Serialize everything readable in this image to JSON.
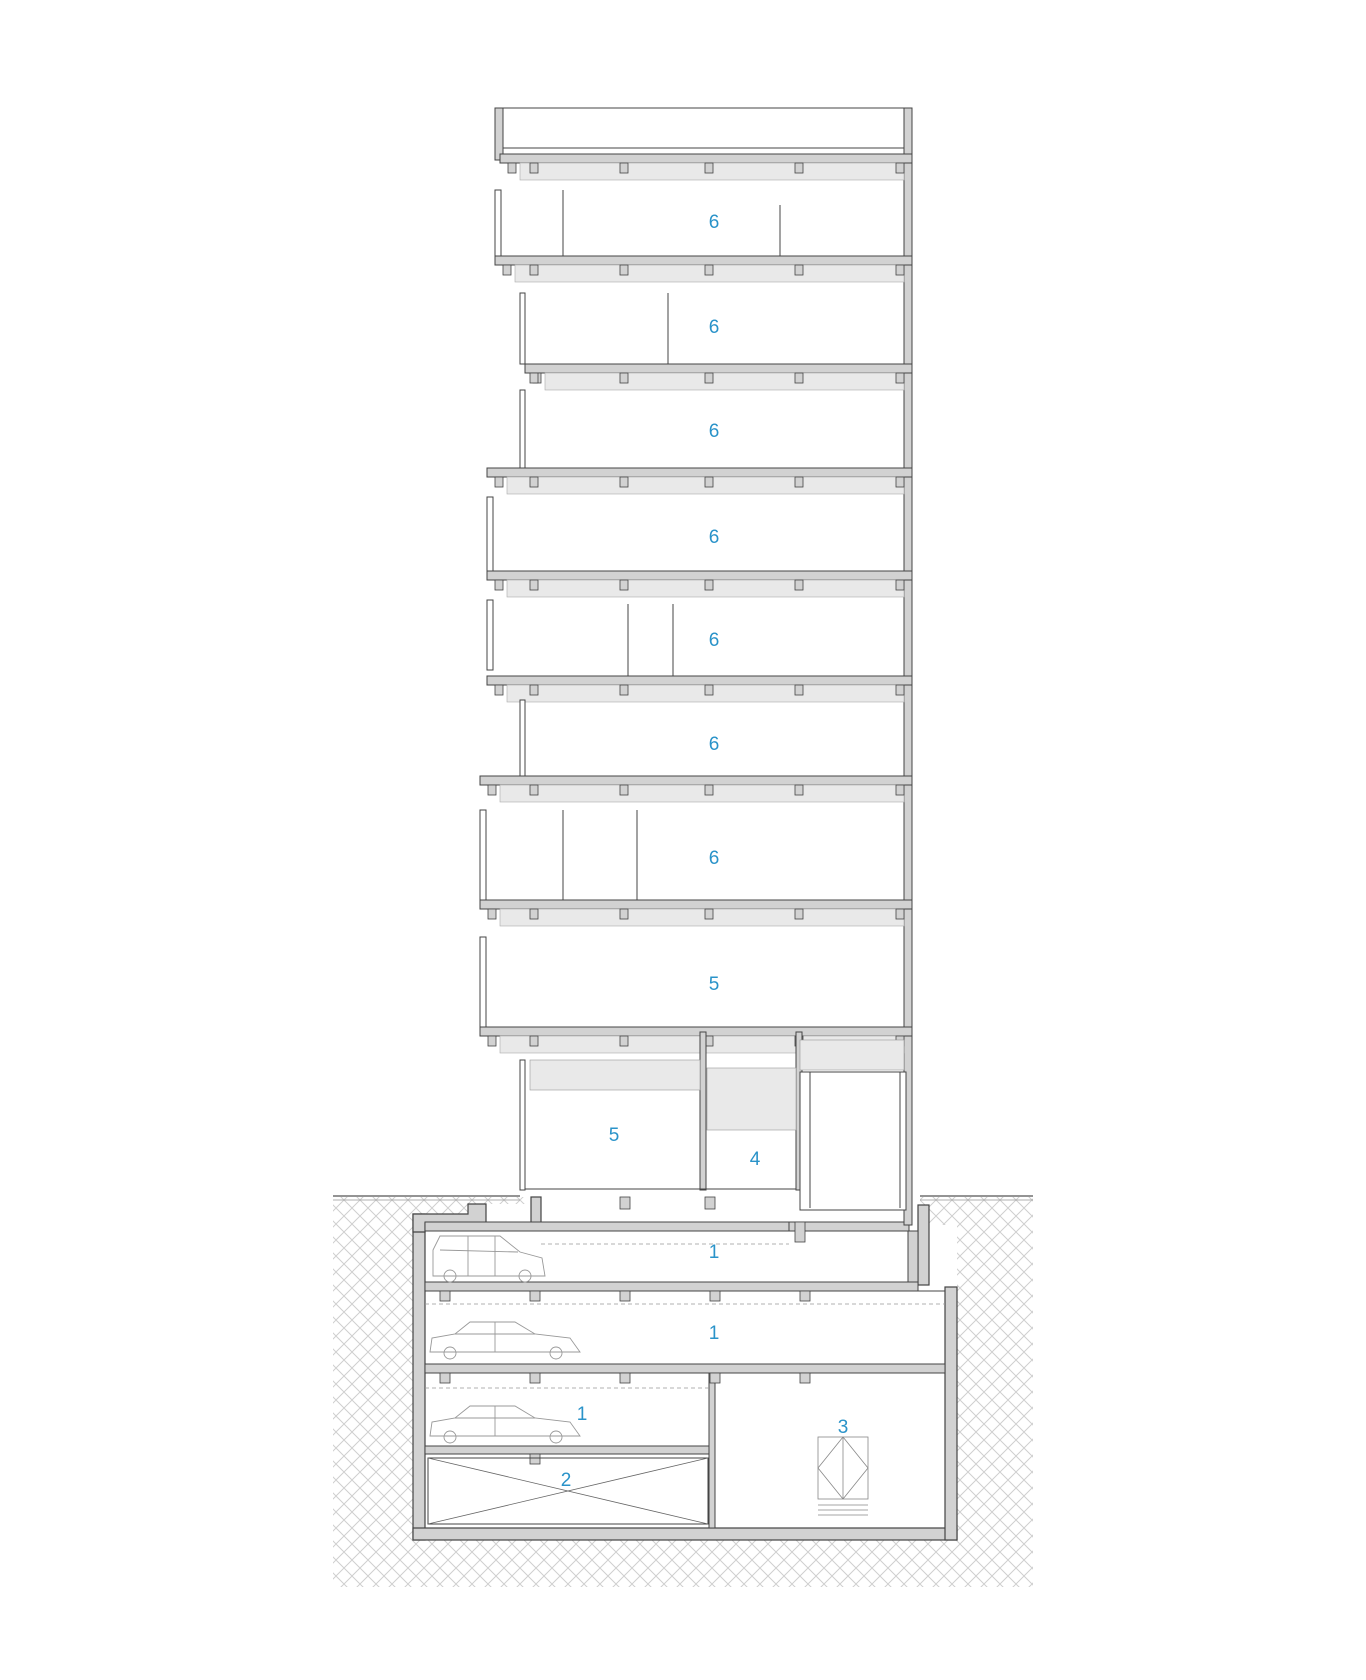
{
  "colors": {
    "background": "#ffffff",
    "line": "#444444",
    "wall_fill": "#d2d2d2",
    "ceiling_fill": "#e9e9e9",
    "ground_hatch": "#c8c8c8",
    "label": "#2a93c9"
  },
  "rooms": [
    {
      "id": "floor-9",
      "label": "6"
    },
    {
      "id": "floor-8",
      "label": "6"
    },
    {
      "id": "floor-7",
      "label": "6"
    },
    {
      "id": "floor-6",
      "label": "6"
    },
    {
      "id": "floor-5",
      "label": "6"
    },
    {
      "id": "floor-4",
      "label": "6"
    },
    {
      "id": "floor-3",
      "label": "6"
    },
    {
      "id": "floor-2",
      "label": "5"
    },
    {
      "id": "floor-1-main",
      "label": "5"
    },
    {
      "id": "floor-1-core",
      "label": "4"
    },
    {
      "id": "basement-1",
      "label": "1"
    },
    {
      "id": "basement-2",
      "label": "1"
    },
    {
      "id": "basement-3-parking",
      "label": "1"
    },
    {
      "id": "basement-3-room",
      "label": "3"
    },
    {
      "id": "basement-4",
      "label": "2"
    }
  ],
  "icons": [
    "car-icon",
    "car-icon",
    "car-icon",
    "door-icon"
  ]
}
